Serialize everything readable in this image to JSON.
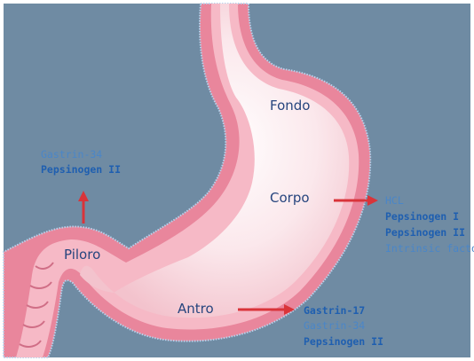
{
  "regions": {
    "fondo": "Fondo",
    "corpo": "Corpo",
    "piloro": "Piloro",
    "antro": "Antro"
  },
  "secretions": {
    "piloro": {
      "line1": "Gastrin-34",
      "line2": "Pepsinogen II"
    },
    "corpo": {
      "line1": "HCL",
      "line2": "Pepsinogen I",
      "line3": "Pepsinogen II",
      "line4": "Intrinsic factor"
    },
    "antro": {
      "line1": "Gastrin-17",
      "line2": "Gastrin-34",
      "line3": "Pepsinogen II"
    }
  },
  "colors": {
    "background": "#6f8ba3",
    "stomach_outer": "#e9869c",
    "stomach_inner": "#f8c6d0",
    "lumen": "#fcf1f3",
    "arrow": "#d9343a",
    "label": "#27457e",
    "secretion_bold": "#1f5fb0",
    "secretion_light": "#4a86c8"
  }
}
